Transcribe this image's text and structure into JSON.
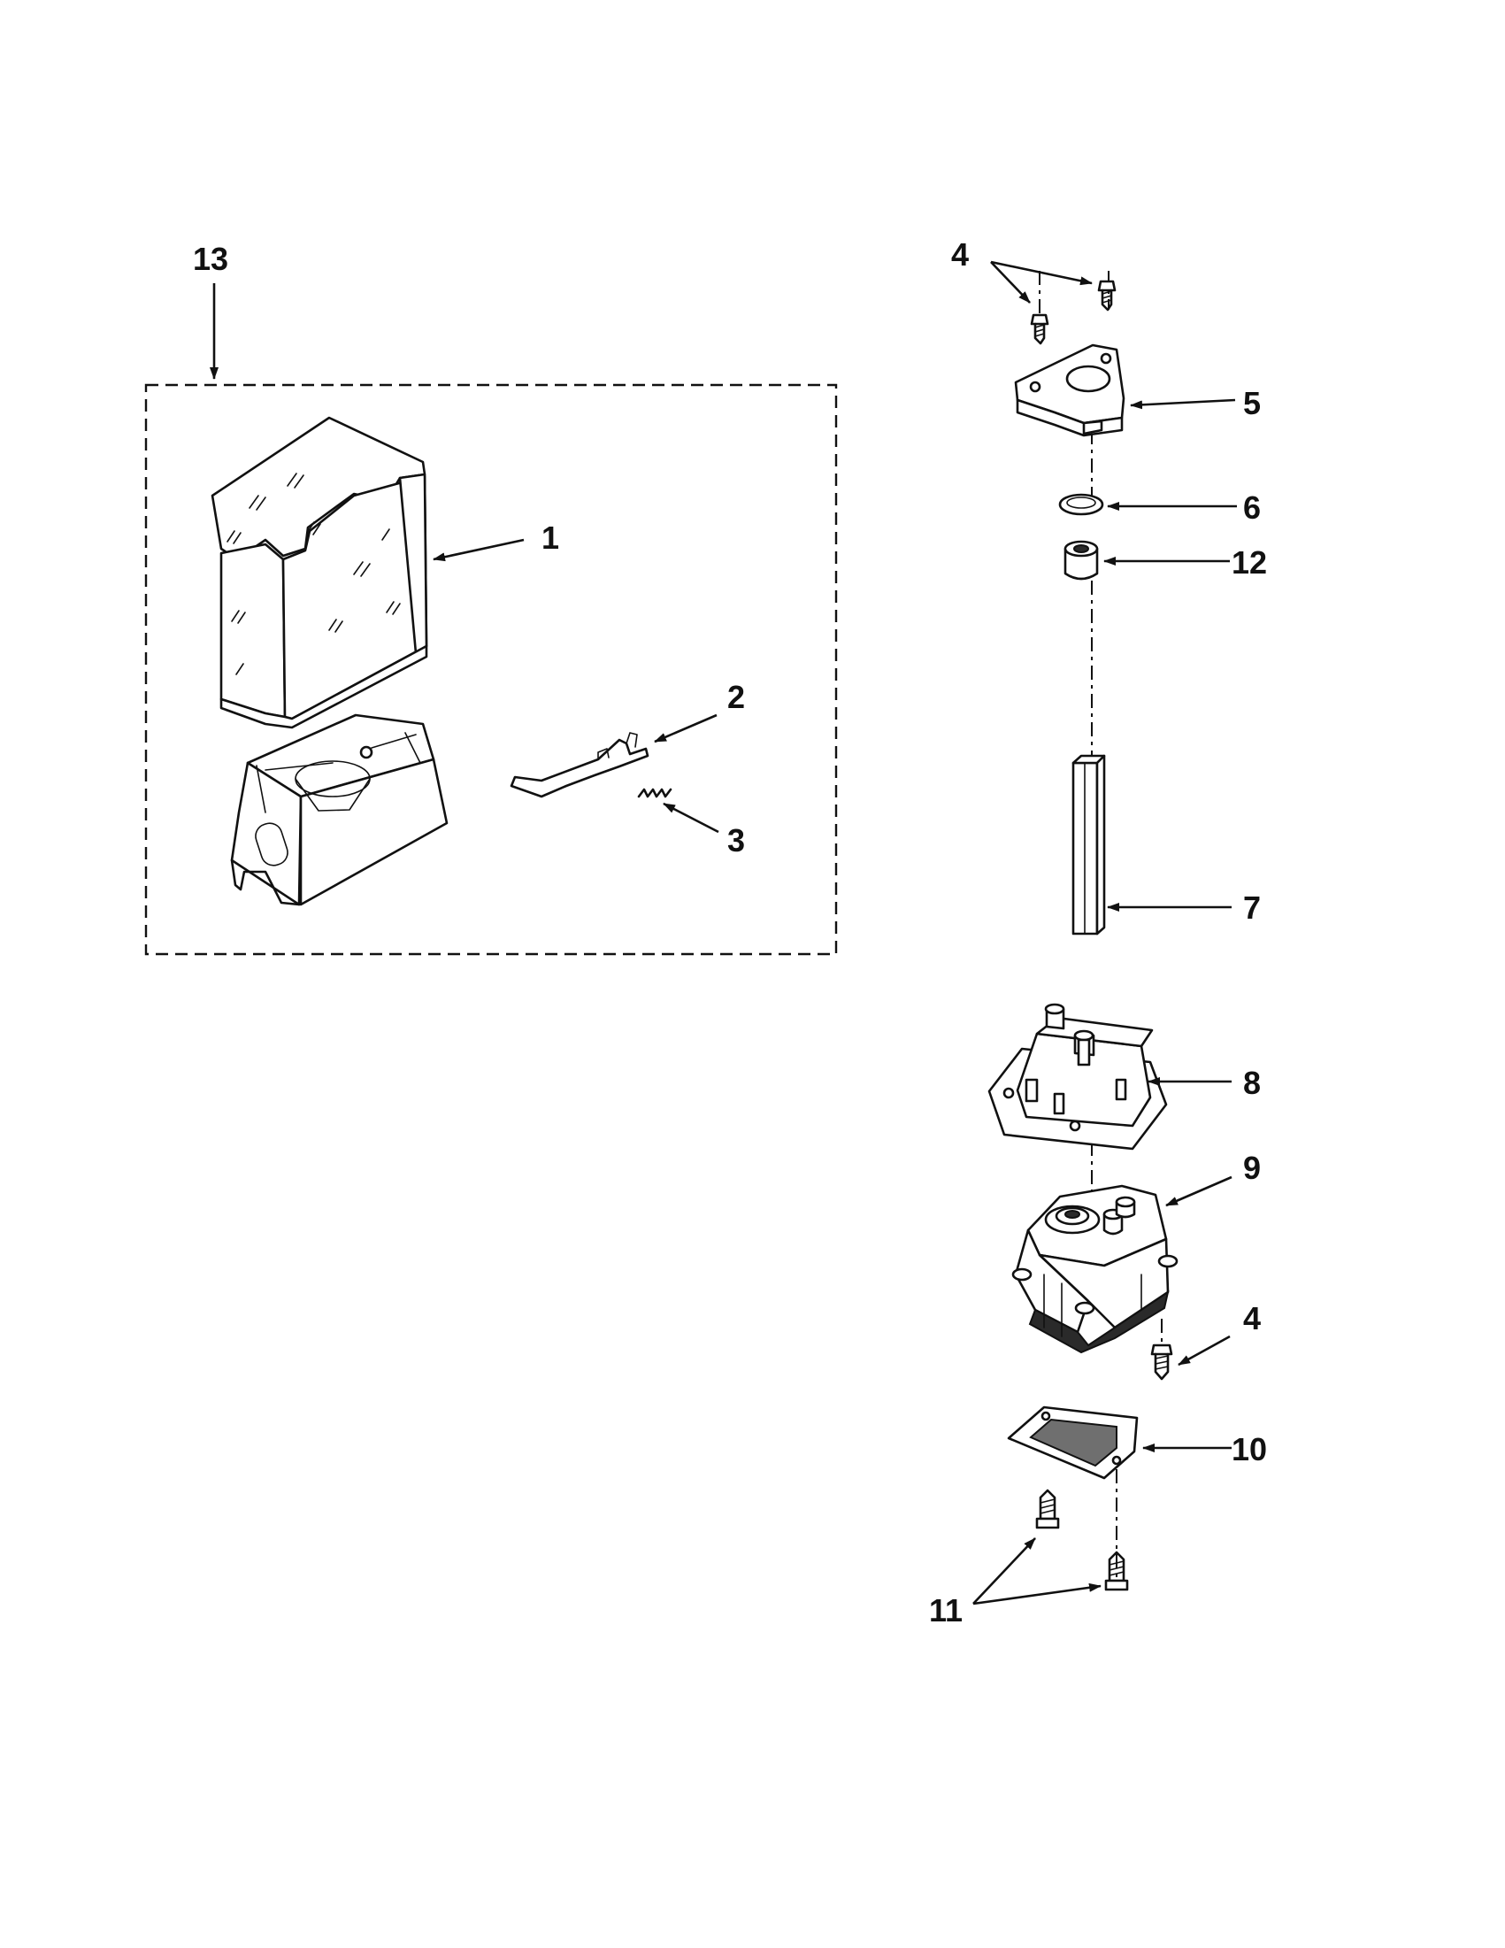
{
  "diagram": {
    "callouts": {
      "c1": "1",
      "c2": "2",
      "c3": "3",
      "c4_top": "4",
      "c5": "5",
      "c6": "6",
      "c7": "7",
      "c8": "8",
      "c9": "9",
      "c4_bottom": "4",
      "c10": "10",
      "c11": "11",
      "c12": "12",
      "c13": "13"
    },
    "colors": {
      "line": "#111111",
      "background": "#ffffff",
      "shade": "#6f6f6f"
    }
  }
}
